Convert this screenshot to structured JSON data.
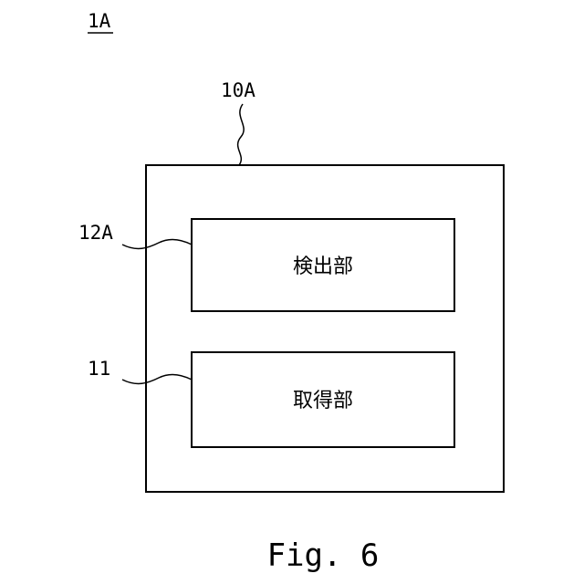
{
  "figure": {
    "id_label": "1A",
    "caption": "Fig. 6"
  },
  "device": {
    "ref": "10A"
  },
  "components": [
    {
      "ref": "12A",
      "label": "検出部"
    },
    {
      "ref": "11",
      "label": "取得部"
    }
  ]
}
